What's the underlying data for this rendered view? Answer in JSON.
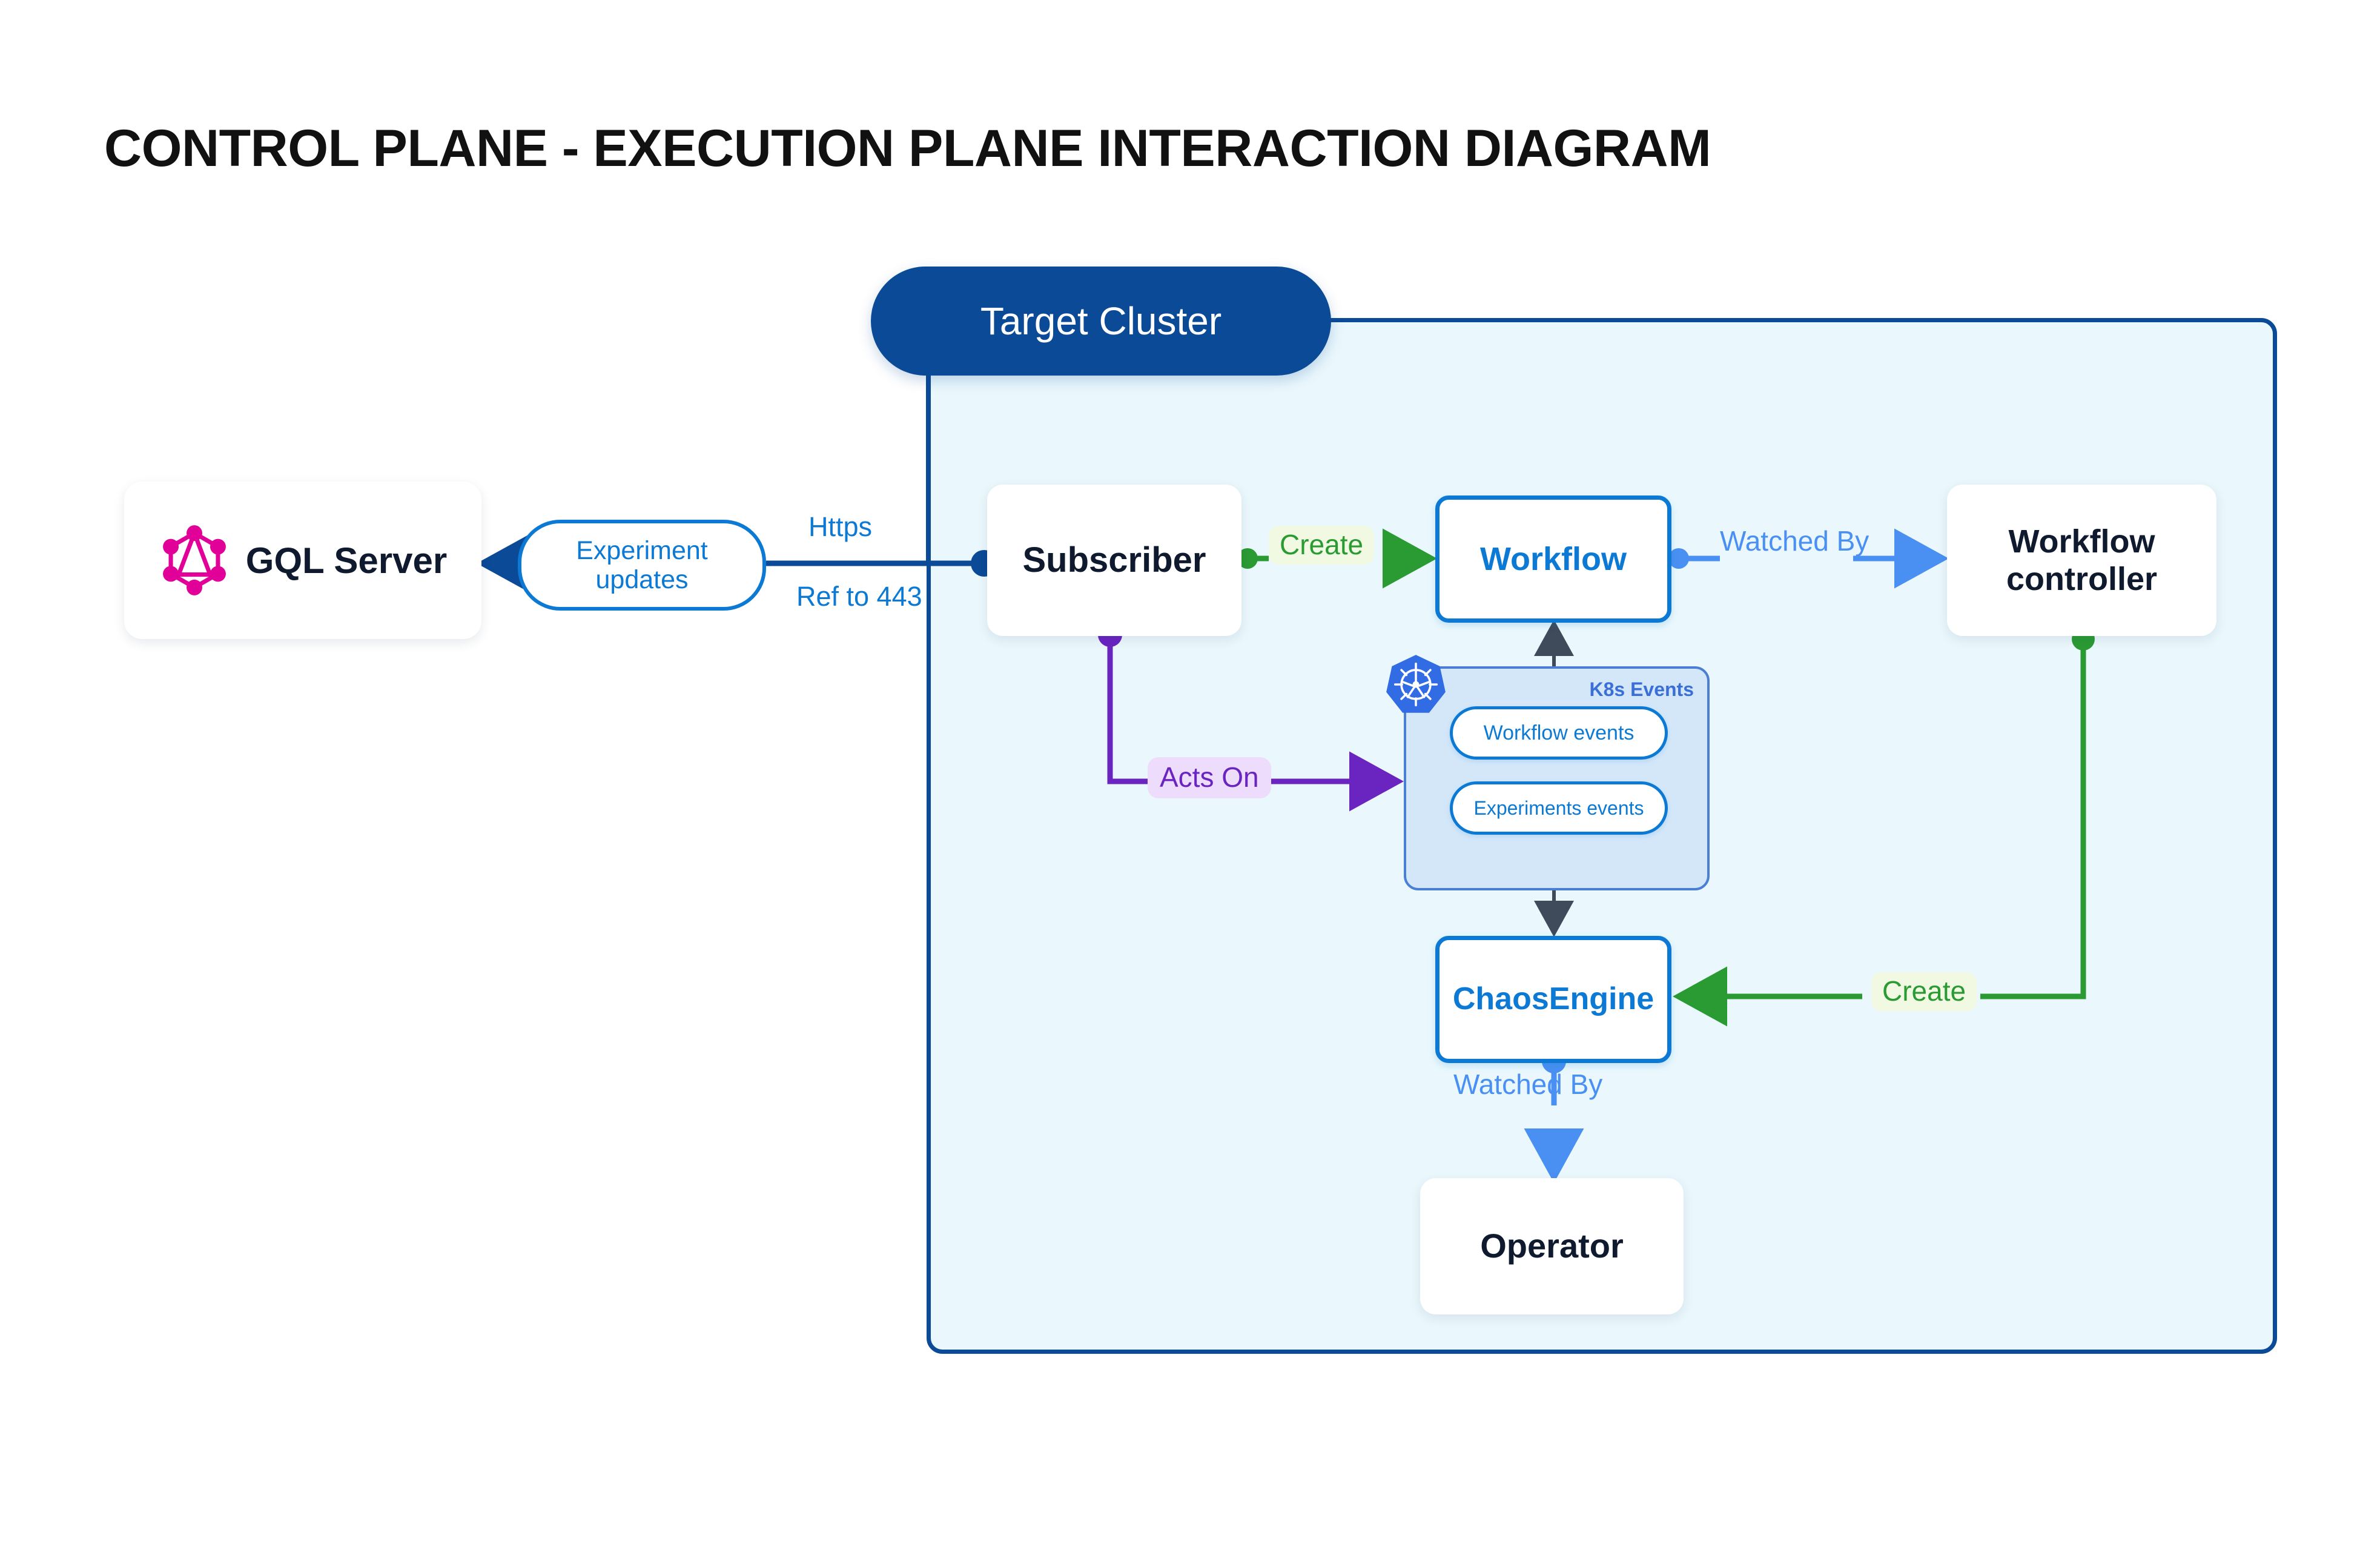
{
  "page": {
    "title": "CONTROL PLANE - EXECUTION PLANE INTERACTION DIAGRAM",
    "background": "#ffffff"
  },
  "colors": {
    "title_text": "#111111",
    "cluster_border": "#0b4a96",
    "cluster_fill": "#eaf8fd",
    "badge_fill": "#0b4a96",
    "badge_text": "#ffffff",
    "node_text_dark": "#101a2e",
    "accent_blue": "#0c7ad4",
    "light_blue": "#4a90f2",
    "green": "#2a9b33",
    "green_label_bg": "#f2f9e2",
    "purple": "#6a25c0",
    "purple_label_bg": "#eddcfb",
    "k8s_group_fill": "#d3e7f9",
    "k8s_group_border": "#4a7fd4",
    "k8s_logo_blue": "#326ce5",
    "graphql_pink": "#e10098",
    "dark_connector": "#3f4a5a"
  },
  "cluster": {
    "badge_label": "Target Cluster"
  },
  "nodes": {
    "gql_server": {
      "label": "GQL Server",
      "icon": "graphql-icon"
    },
    "subscriber": {
      "label": "Subscriber"
    },
    "workflow": {
      "label": "Workflow"
    },
    "workflow_controller": {
      "label": "Workflow\ncontroller"
    },
    "workflow_controller_line1": "Workflow",
    "workflow_controller_line2": "controller",
    "chaos_engine": {
      "label": "ChaosEngine"
    },
    "operator": {
      "label": "Operator"
    }
  },
  "k8s_events": {
    "title": "K8s Events",
    "icon": "kubernetes-icon",
    "pills": [
      {
        "label": "Workflow events"
      },
      {
        "label": "Experiments events"
      }
    ]
  },
  "edges": [
    {
      "id": "experiment-updates",
      "label": "Experiment updates",
      "line1": "Experiment",
      "line2": "updates",
      "style": "pill-blue",
      "from": "subscriber",
      "to": "gql_server"
    },
    {
      "id": "https",
      "label": "Https",
      "style": "plain-blue",
      "from": "cluster-boundary",
      "to": "subscriber"
    },
    {
      "id": "ref-to-443",
      "label": "Ref to 443",
      "style": "plain-blue",
      "from": "cluster-boundary",
      "to": "subscriber"
    },
    {
      "id": "create-workflow",
      "label": "Create",
      "style": "green",
      "from": "subscriber",
      "to": "workflow"
    },
    {
      "id": "watched-by-workflow",
      "label": "Watched By",
      "style": "light-blue",
      "from": "workflow",
      "to": "workflow_controller"
    },
    {
      "id": "acts-on",
      "label": "Acts On",
      "style": "purple",
      "from": "subscriber",
      "to": "k8s_events"
    },
    {
      "id": "create-chaosengine",
      "label": "Create",
      "style": "green",
      "from": "workflow_controller",
      "to": "chaos_engine"
    },
    {
      "id": "watched-by-operator",
      "label": "Watched By",
      "style": "light-blue",
      "from": "chaos_engine",
      "to": "operator"
    }
  ]
}
